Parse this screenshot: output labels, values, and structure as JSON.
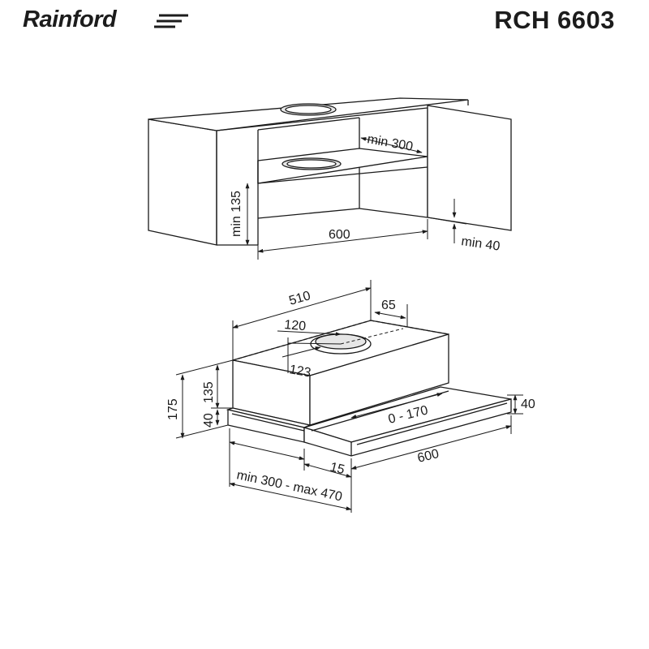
{
  "header": {
    "brand": "Rainford",
    "model": "RCH 6603"
  },
  "cabinet": {
    "dim_min300": "min 300",
    "dim_min135": "min 135",
    "dim_600": "600",
    "dim_min40": "min 40"
  },
  "hood": {
    "dim_510": "510",
    "dim_65": "65",
    "dim_120": "120",
    "dim_123": "123",
    "dim_175": "175",
    "dim_135": "135",
    "dim_40_left": "40",
    "dim_0_170": "0 - 170",
    "dim_40_right": "40",
    "dim_15": "15",
    "dim_600": "600",
    "dim_min300_max470": "min 300 - max 470"
  },
  "colors": {
    "line": "#1a1a1a",
    "shade": "#d9d9d9"
  }
}
